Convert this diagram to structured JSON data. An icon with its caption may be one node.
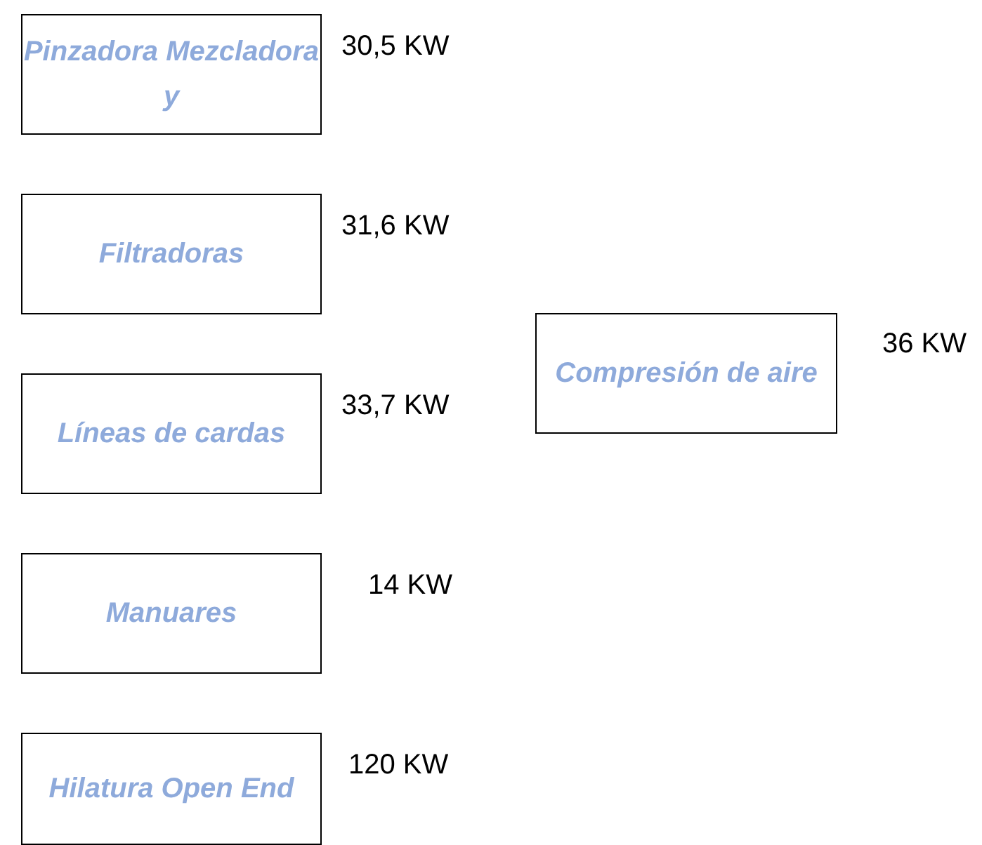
{
  "diagram": {
    "nodes": [
      {
        "text": [
          "Pinzadora Mezcladora y"
        ],
        "beside": [
          "30,5 KW"
        ]
      },
      {
        "text": [
          "Filtradoras"
        ],
        "beside": [
          "31,6 KW"
        ]
      },
      {
        "text": [
          "Líneas de cardas"
        ],
        "beside": [
          "33,7 KW"
        ]
      },
      {
        "text": [
          "Manuares"
        ],
        "beside": [
          "14 KW"
        ]
      },
      {
        "text": [
          "Hilatura Open End"
        ],
        "beside": [
          "120 KW"
        ]
      },
      {
        "text": [
          "Compresión de aire"
        ],
        "beside": [
          "36 KW"
        ]
      }
    ]
  }
}
